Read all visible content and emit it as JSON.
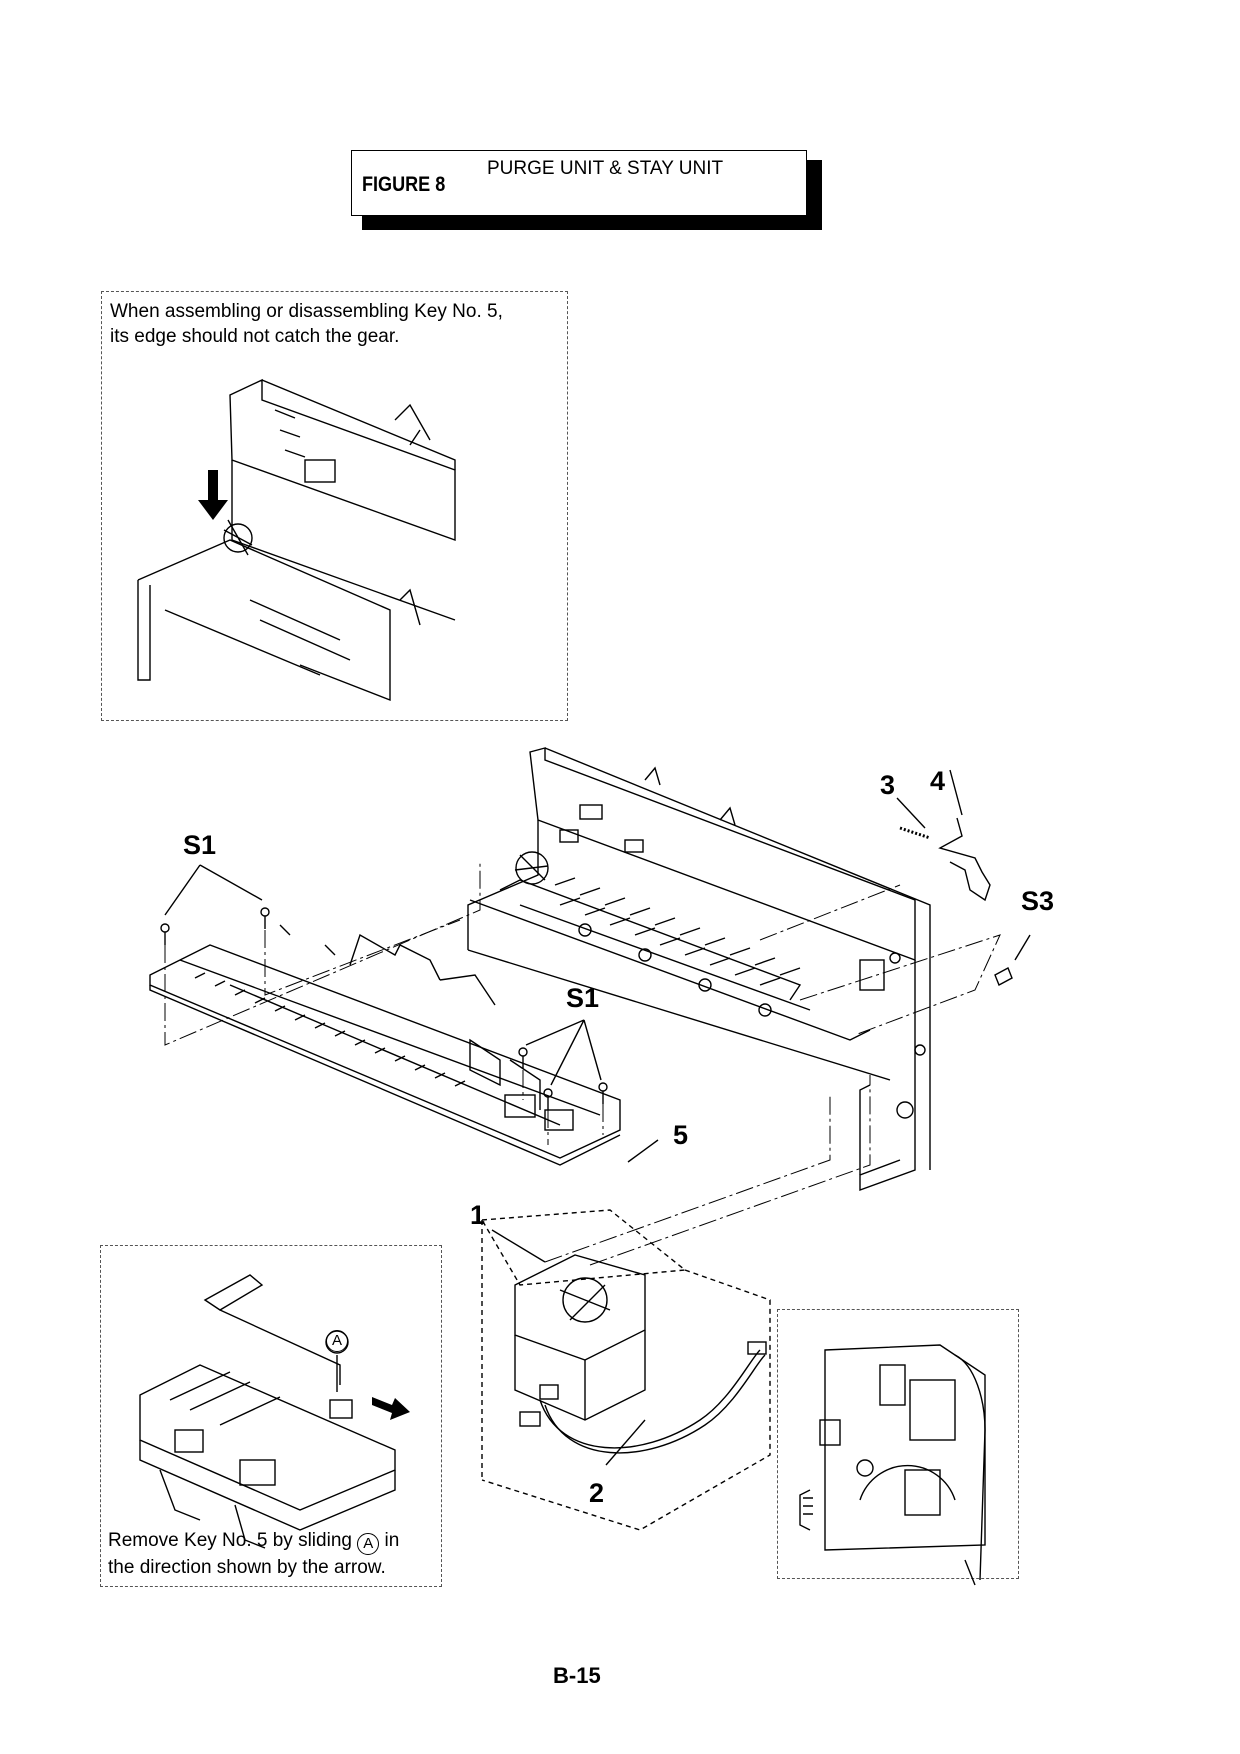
{
  "figure": {
    "label": "FIGURE 8",
    "title": "PURGE UNIT & STAY UNIT"
  },
  "notes": {
    "top_left": {
      "line1": "When assembling or disassembling Key No. 5,",
      "line2": "its edge should not catch the gear."
    },
    "bottom_left": {
      "line1_pre": "Remove Key No. 5 by sliding",
      "line1_symbol": "A",
      "line1_post": "in",
      "line2": "the direction shown by the arrow."
    }
  },
  "callouts": {
    "s1_top": "S1",
    "s1_mid": "S1",
    "s3": "S3",
    "n1": "1",
    "n2": "2",
    "n3": "3",
    "n4": "4",
    "n5": "5",
    "a_marker": "A"
  },
  "page_number": "B-15"
}
